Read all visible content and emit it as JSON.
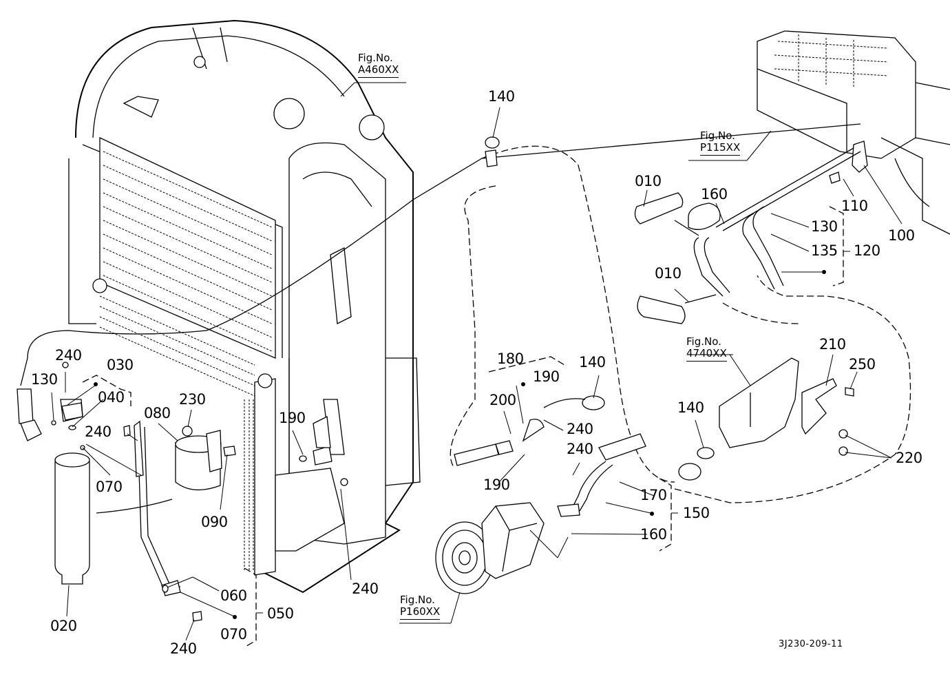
{
  "diagram": {
    "title": "Air conditioner piping parts diagram",
    "drawing_code": "3J230-209-11",
    "figure_refs": [
      {
        "caption": "Fig.No.",
        "number": "A460XX"
      },
      {
        "caption": "Fig.No.",
        "number": "P115XX"
      },
      {
        "caption": "Fig.No.",
        "number": "4740XX"
      },
      {
        "caption": "Fig.No.",
        "number": "P160XX"
      }
    ],
    "part_labels": [
      "140",
      "010",
      "160",
      "110",
      "130",
      "135",
      "120",
      "100",
      "010",
      "240",
      "030",
      "130",
      "040",
      "240",
      "070",
      "080",
      "230",
      "090",
      "190",
      "180",
      "190",
      "200",
      "140",
      "240",
      "240",
      "190",
      "170",
      "150",
      "160",
      "140",
      "210",
      "250",
      "220",
      "240",
      "020",
      "060",
      "070",
      "050",
      "240"
    ],
    "components": [
      {
        "id": "radiator-condenser-assembly"
      },
      {
        "id": "receiver-dryer",
        "part": "020"
      },
      {
        "id": "compressor",
        "fig": "P160XX"
      },
      {
        "id": "hvac-unit",
        "fig": "P115XX"
      },
      {
        "id": "bracket-plate",
        "fig": "4740XX"
      }
    ]
  }
}
